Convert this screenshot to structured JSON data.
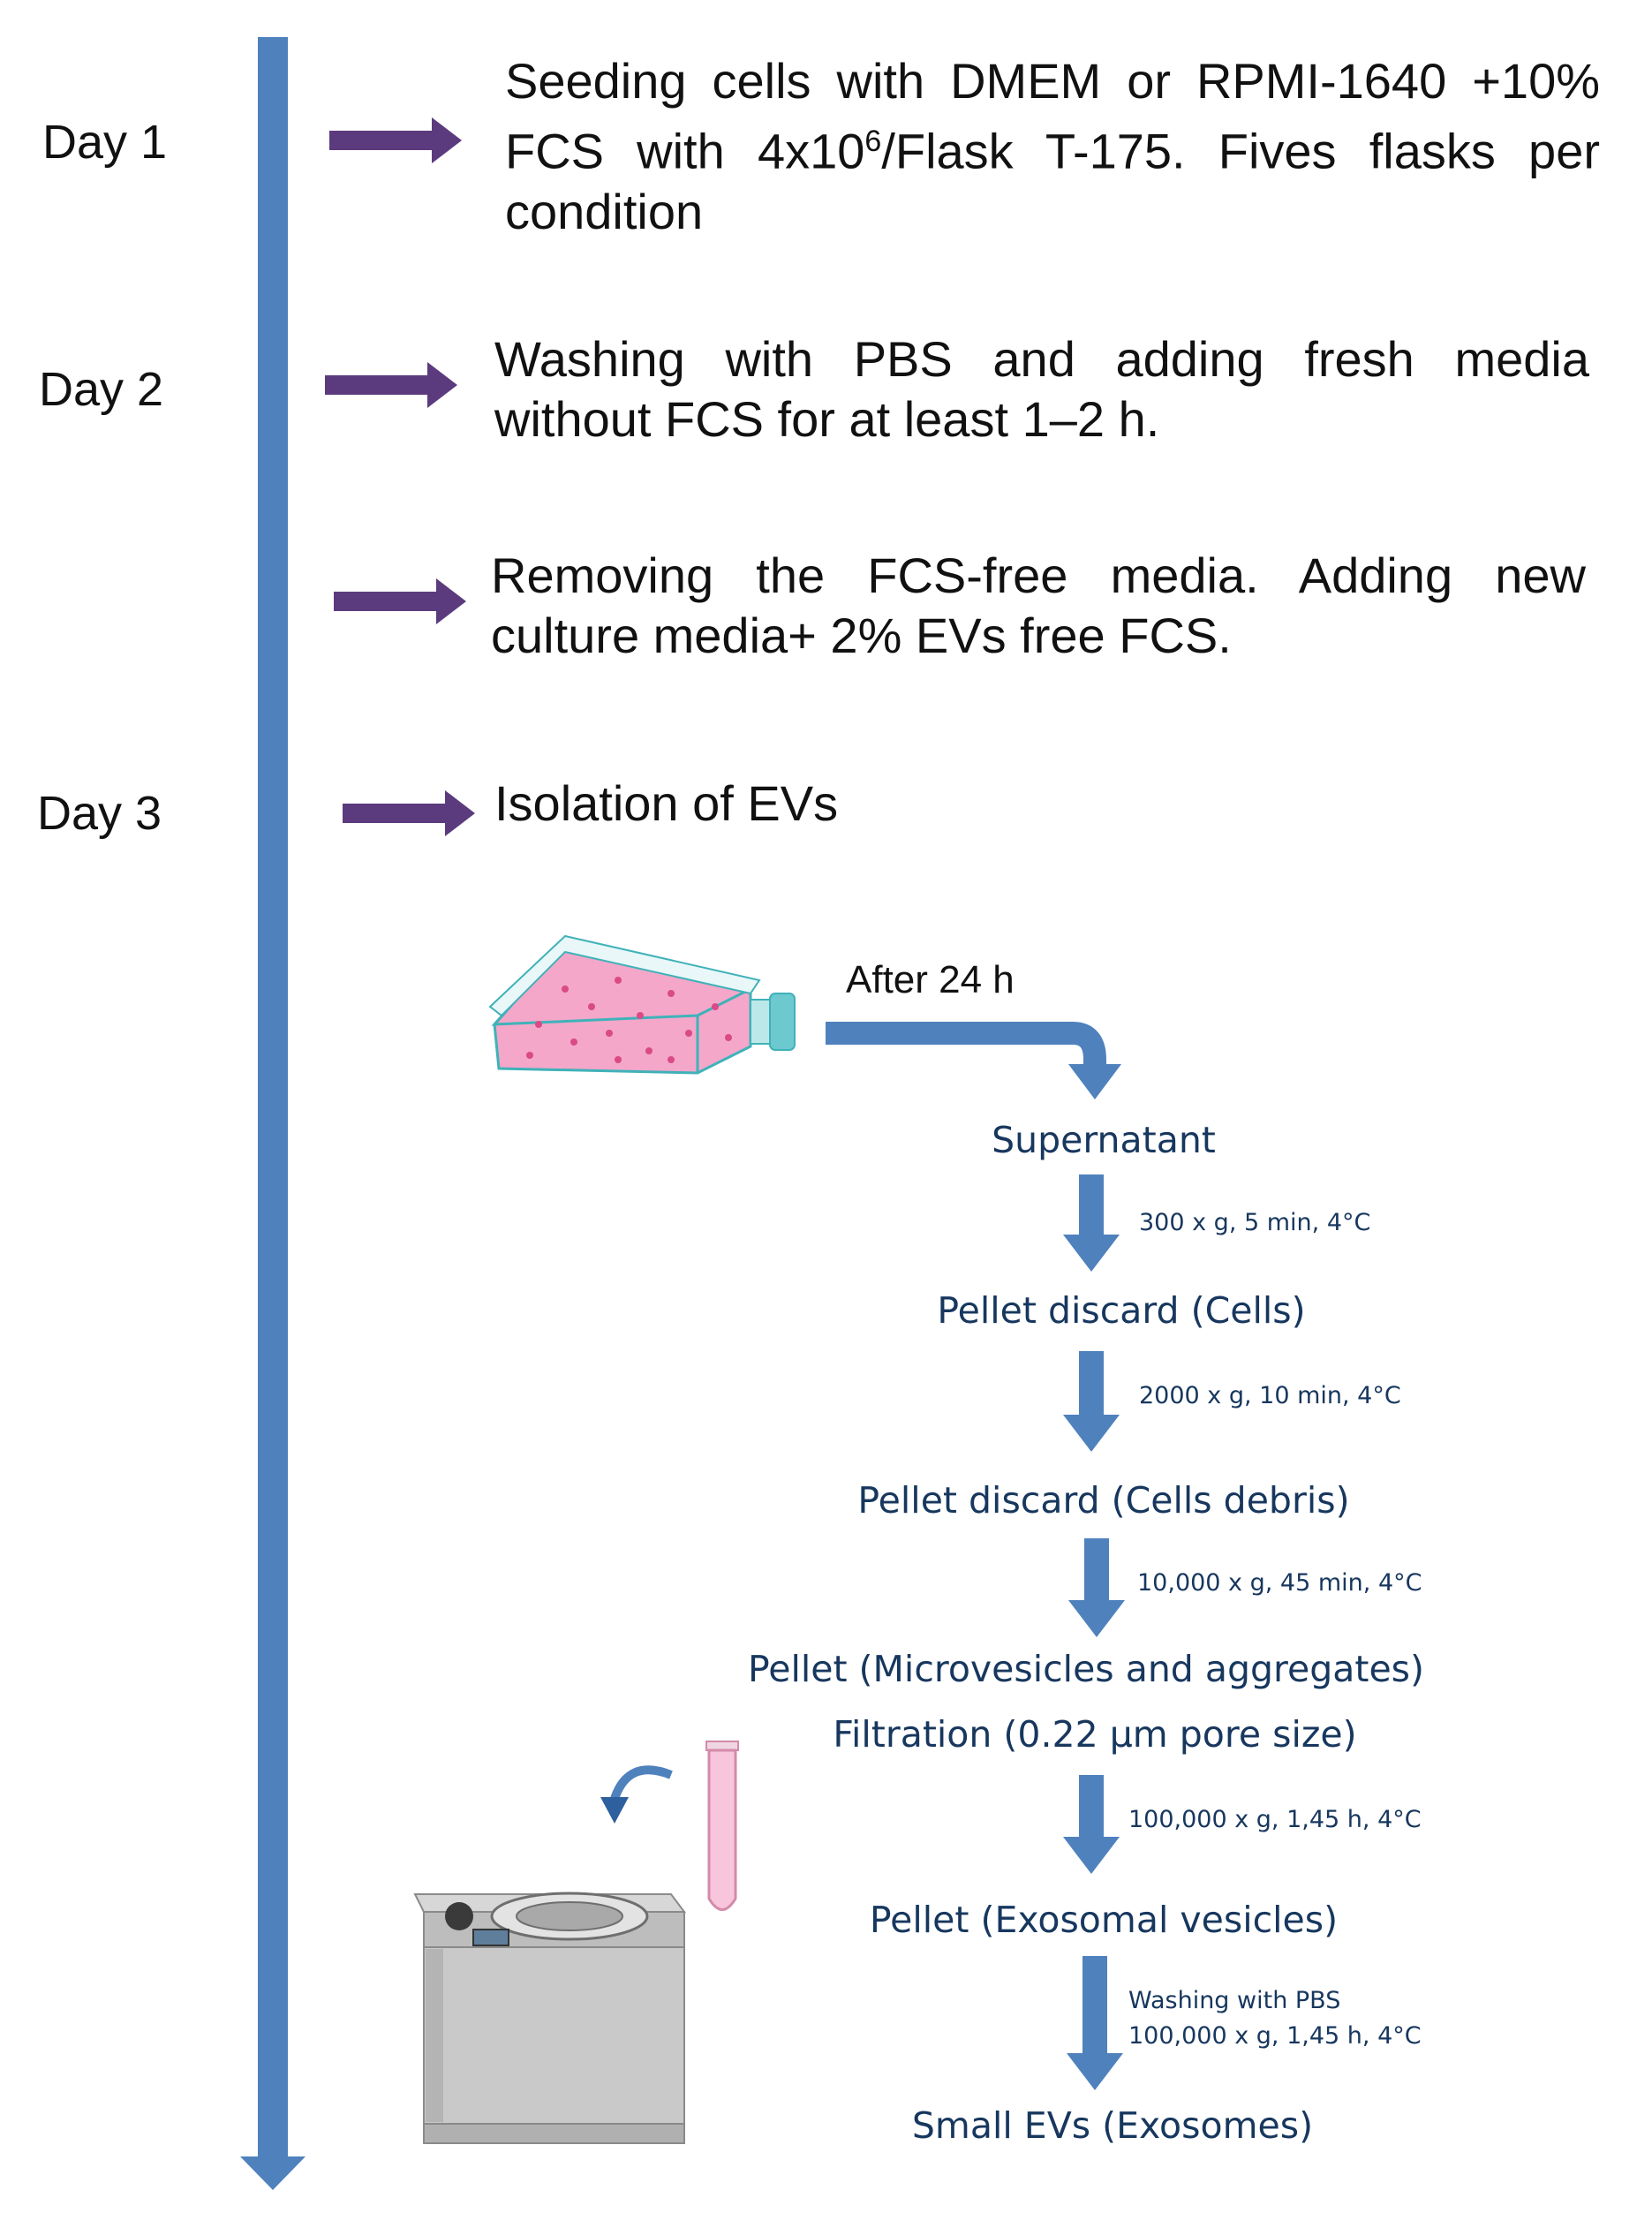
{
  "colors": {
    "timeline": "#4f81bd",
    "step_arrow": "#5b3b7e",
    "flow_arrow": "#4f81bd",
    "flow_text": "#17375e",
    "flask_liquid": "#f4a7c9",
    "flask_outline": "#3fb2b9",
    "tube_fill": "#f7c6dc",
    "centrifuge_body": "#c9c9c9"
  },
  "timeline": {
    "days": [
      "Day 1",
      "Day 2",
      "Day 3"
    ],
    "steps": [
      {
        "lead": "Seeding cells with DMEM or RPMI-1640 +10% FCS with 4x10",
        "sup": "6",
        "trail": "/Flask T-175. Fives flasks per condition"
      },
      {
        "text": "Washing with PBS and adding fresh media without FCS for at least 1–2 h."
      },
      {
        "text": "Removing the FCS-free media. Adding new culture media+ 2% EVs free FCS."
      },
      {
        "text": "Isolation of EVs"
      }
    ]
  },
  "flow": {
    "after_label": "After 24 h",
    "stages": [
      "Supernatant",
      "Pellet discard (Cells)",
      "Pellet discard (Cells debris)",
      "Pellet (Microvesicles and aggregates)",
      "Filtration (0.22 µm pore size)",
      "Pellet (Exosomal vesicles)",
      "Small EVs (Exosomes)"
    ],
    "conditions": [
      "300 x g, 5 min, 4°C",
      "2000 x g, 10 min, 4°C",
      "10,000 x g, 45 min, 4°C",
      "100,000 x g, 1,45 h, 4°C",
      "Washing with PBS",
      "100,000 x g, 1,45 h, 4°C"
    ]
  },
  "icons": [
    "culture-flask-icon",
    "centrifuge-icon",
    "test-tube-icon",
    "curved-arrow-icon"
  ]
}
